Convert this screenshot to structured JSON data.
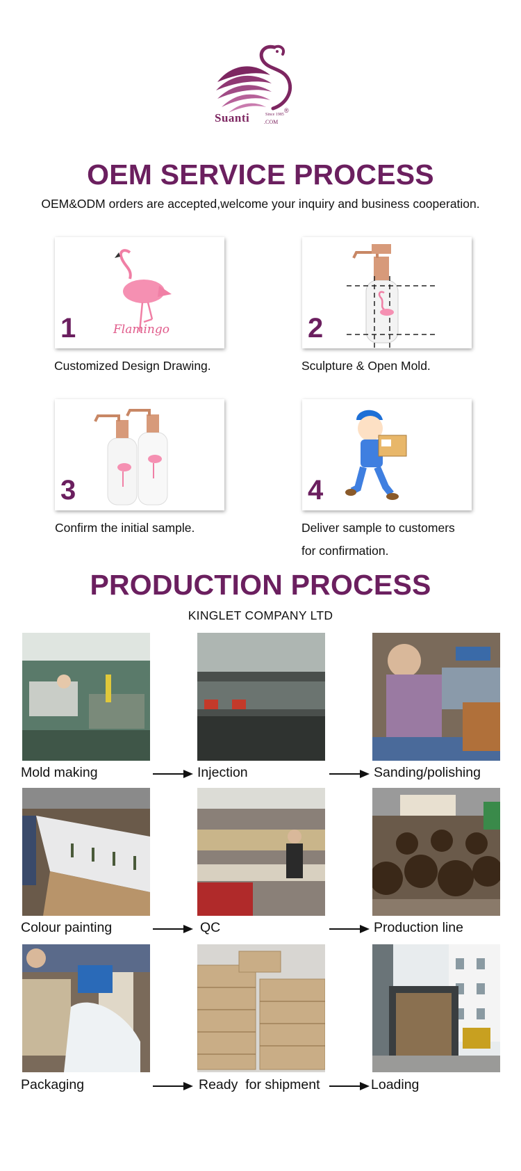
{
  "logo": {
    "wordmark": "Suanti",
    "since": "Since 1985",
    "com": ".COM",
    "registered": "®",
    "color": "#7d2661"
  },
  "oem": {
    "title": "OEM SERVICE PROCESS",
    "subtitle": "OEM&ODM orders are accepted,welcome your inquiry and business cooperation.",
    "title_color": "#6b1f5f",
    "steps": [
      {
        "number": "1",
        "caption": "Customized Design Drawing.",
        "image_text": "Flamingo"
      },
      {
        "number": "2",
        "caption": "Sculpture & Open Mold."
      },
      {
        "number": "3",
        "caption": "Confirm the initial sample."
      },
      {
        "number": "4",
        "caption_line1": "Deliver sample to customers",
        "caption_line2": "for confirmation."
      }
    ]
  },
  "production": {
    "title": "PRODUCTION PROCESS",
    "company": "KINGLET COMPANY LTD",
    "stages": [
      "Mold making",
      "Injection",
      "Sanding/polishing",
      "Colour painting",
      "QC",
      "Production line",
      "Packaging",
      "Ready  for shipment",
      "Loading"
    ]
  }
}
